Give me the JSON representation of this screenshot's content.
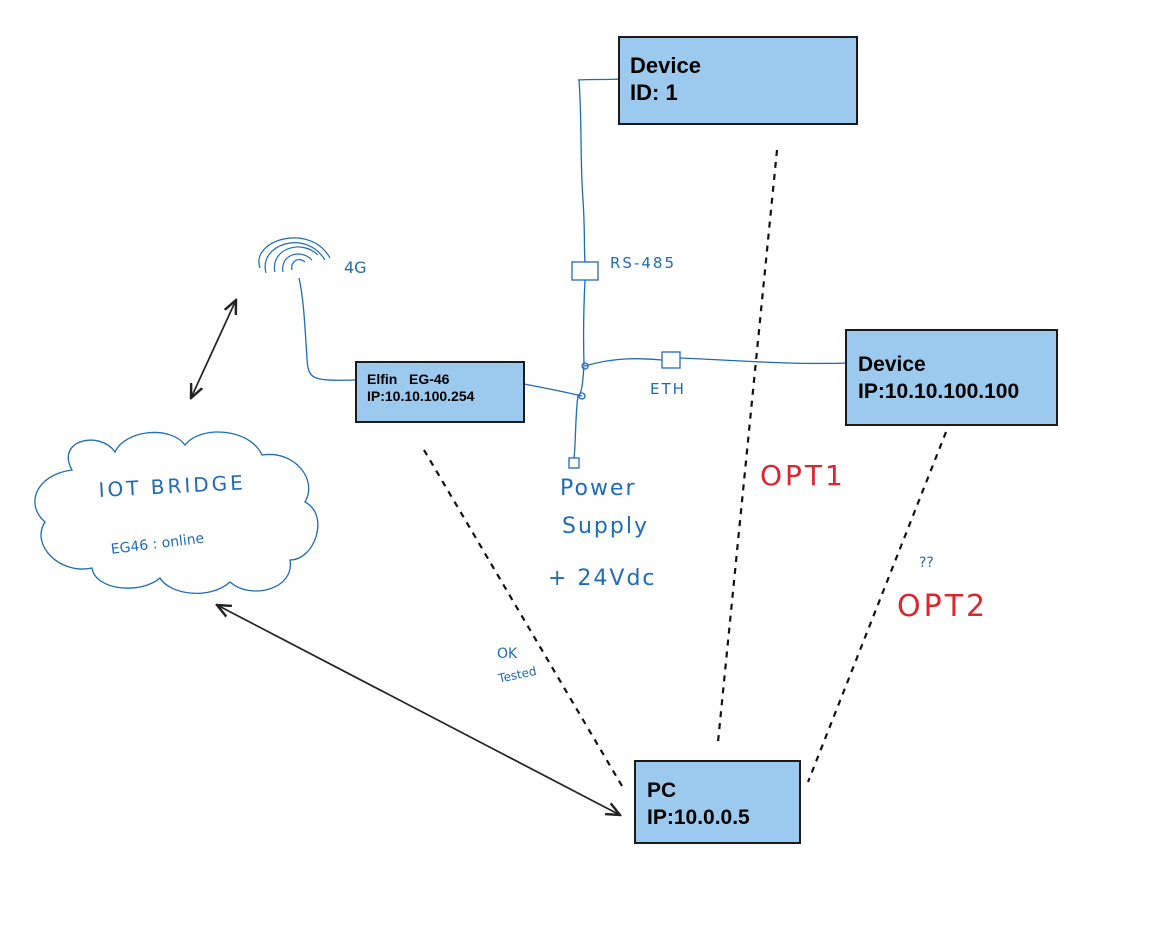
{
  "colors": {
    "box_fill": "#9cc9ee",
    "box_border": "#1b1b1b",
    "wire_blue": "#1f6bb5",
    "opt_red": "#e0242d",
    "dashed_line": "#111111"
  },
  "device_id": {
    "line1": "Device",
    "line2": "ID: 1"
  },
  "device_ip": {
    "line1": "Device",
    "line2": "IP:10.10.100.100"
  },
  "elfin": {
    "line1": "Elfin   EG-46",
    "line2": "IP:10.10.100.254"
  },
  "pc": {
    "line1": "PC",
    "line2": "IP:10.0.0.5"
  },
  "labels": {
    "antenna": "4G",
    "rs485": "RS-485",
    "eth": "ETH",
    "power_line1": "Power",
    "power_line2": "Supply",
    "power_line3": "+ 24Vdc",
    "opt1": "OPT1",
    "opt2": "OPT2",
    "question": "??",
    "ok": "OK",
    "tested": "Tested",
    "cloud_title": "IOT  BRIDGE",
    "cloud_status": "EG46 : online"
  },
  "icons": [
    "antenna-icon",
    "cloud-icon",
    "connector-icon",
    "arrow-icon"
  ]
}
